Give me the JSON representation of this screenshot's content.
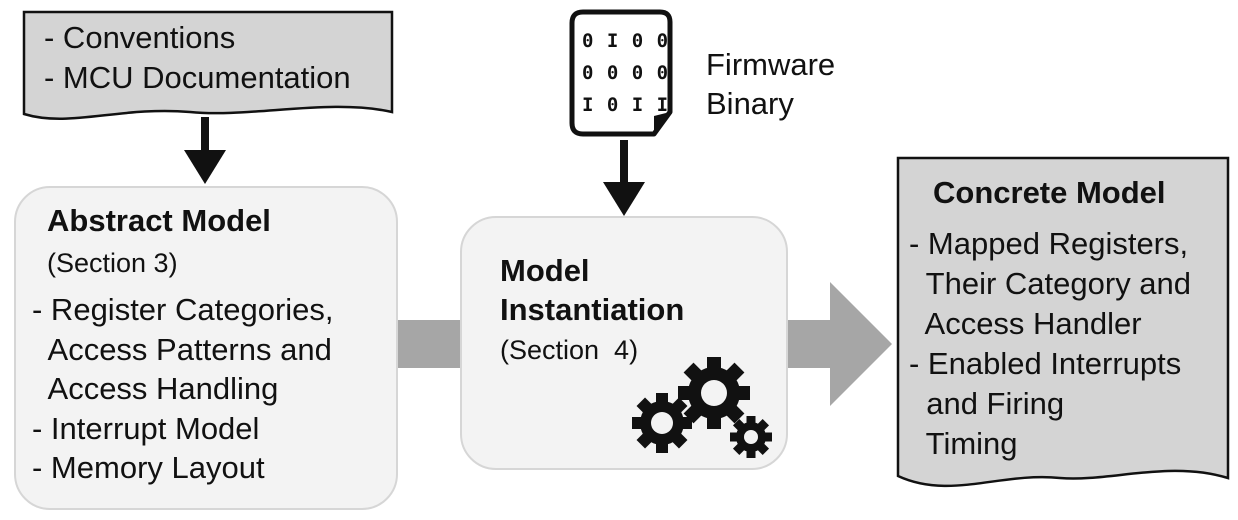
{
  "inputs_doc": {
    "lines": [
      "- Conventions",
      "- MCU Documentation"
    ]
  },
  "firmware": {
    "bits": [
      "0 I 0 0",
      "0 0 0 0",
      "I 0 I I"
    ],
    "label_lines": [
      "Firmware",
      "Binary"
    ]
  },
  "abstract_model": {
    "title": "Abstract Model",
    "section": "(Section 3)",
    "lines": [
      "- Register Categories,",
      "  Access Patterns and",
      "  Access Handling",
      "- Interrupt Model",
      "- Memory Layout"
    ]
  },
  "model_instantiation": {
    "title_lines": [
      "Model",
      "Instantiation"
    ],
    "section": "(Section  4)"
  },
  "concrete_model": {
    "title": "Concrete Model",
    "lines": [
      "- Mapped Registers,",
      "  Their Category and",
      "  Access Handler",
      "- Enabled Interrupts",
      "  and Firing",
      "  Timing"
    ]
  },
  "colors": {
    "doc_fill": "#d4d4d4",
    "box_fill": "#f3f3f3",
    "box_border": "#d6d6d6",
    "flow_arrow": "#a6a6a6",
    "black": "#111111"
  },
  "icons": [
    "document-shape",
    "firmware-file-icon",
    "gears-icon",
    "down-arrow-icon",
    "right-arrow-icon"
  ]
}
